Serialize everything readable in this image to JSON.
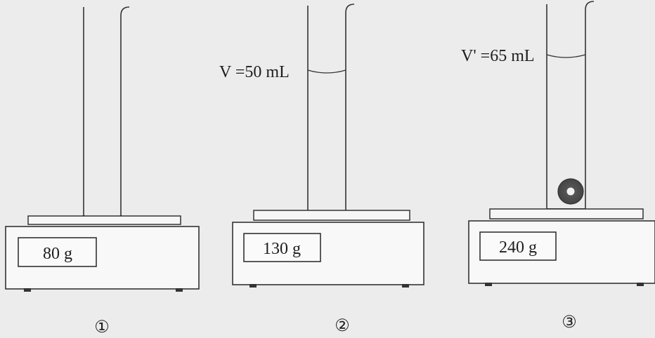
{
  "setups": [
    {
      "step_label": "①",
      "display": "80 g"
    },
    {
      "step_label": "②",
      "display": "130 g",
      "volume_label": "V =50 mL"
    },
    {
      "step_label": "③",
      "display": "240 g",
      "volume_label": "V' =65 mL"
    }
  ]
}
